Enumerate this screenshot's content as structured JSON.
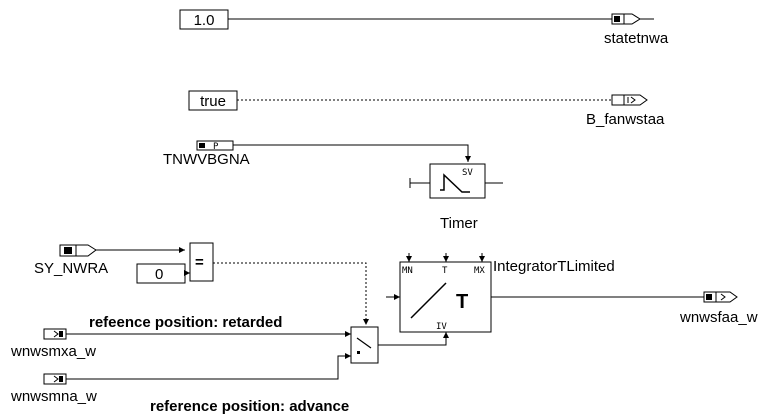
{
  "constants": {
    "state_value": "1.0",
    "true_value": "true",
    "zero_value": "0"
  },
  "signals": {
    "statetnwa": "statetnwa",
    "b_fanwstaa": "B_fanwstaa",
    "tnwvbgna": "TNWVBGNA",
    "sy_nwra": "SY_NWRA",
    "wnwsmxa_w": "wnwsmxa_w",
    "wnwsmna_w": "wnwsmna_w",
    "wnwsfaa_w": "wnwsfaa_w"
  },
  "blocks": {
    "timer": {
      "label": "Timer",
      "port_sv": "SV"
    },
    "equality": {
      "symbol": "="
    },
    "integrator": {
      "label": "IntegratorTLimited",
      "port_mn": "MN",
      "port_t": "T",
      "port_mx": "MX",
      "port_iv": "IV",
      "symbol": "T"
    }
  },
  "annotations": {
    "retarded": "refeence position: retarded",
    "advance": "reference position: advance"
  }
}
